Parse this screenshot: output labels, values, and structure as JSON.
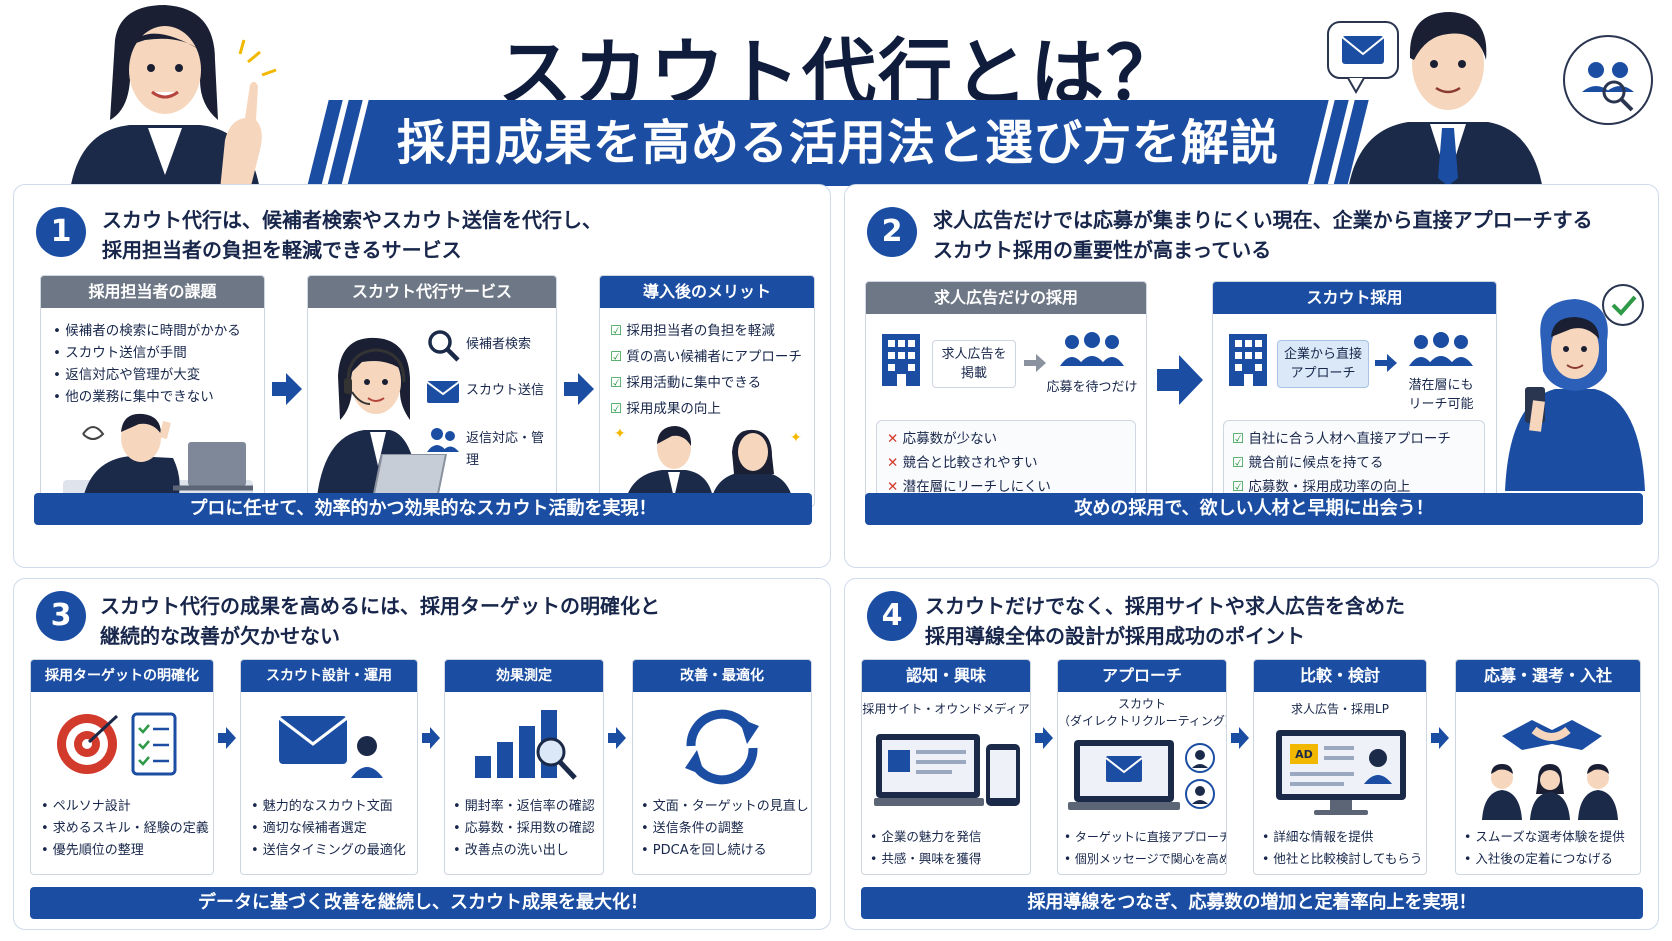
{
  "title": "スカウト代行とは？",
  "subtitle": "採用成果を高める活用法と選び方を解説",
  "colors": {
    "brand": "#1b4ea3",
    "dark": "#0f1c3c",
    "gray_header": "#6d7785",
    "check_green": "#2e9a48",
    "cross_red": "#d23a2c"
  },
  "panels": [
    {
      "number": "1",
      "heading": [
        "スカウト代行は、候補者検索やスカウト送信を代行し、",
        "採用担当者の負担を軽減できるサービス"
      ],
      "boxes": [
        {
          "title": "採用担当者の課題",
          "items": [
            "• 候補者の検索に時間がかかる",
            "• スカウト送信が手間",
            "• 返信対応や管理が大変",
            "• 他の業務に集中できない"
          ]
        },
        {
          "title": "スカウト代行サービス",
          "items": [
            "候補者検索",
            "スカウト送信",
            "返信対応・管理"
          ]
        },
        {
          "title": "導入後のメリット",
          "items": [
            "採用担当者の負担を軽減",
            "質の高い候補者にアプローチ",
            "採用活動に集中できる",
            "採用成果の向上"
          ]
        }
      ],
      "banner": "プロに任せて、効率的かつ効果的なスカウト活動を実現！"
    },
    {
      "number": "2",
      "heading": [
        "求人広告だけでは応募が集まりにくい現在、企業から直接アプローチする",
        "スカウト採用の重要性が高まっている"
      ],
      "boxes": [
        {
          "title": "求人広告だけの採用",
          "step1": [
            "求人広告を",
            "掲載"
          ],
          "step2": "応募を待つだけ",
          "items": [
            "応募数が少ない",
            "競合と比較されやすい",
            "潜在層にリーチしにくい"
          ]
        },
        {
          "title": "スカウト採用",
          "step1": [
            "企業から直接",
            "アプローチ"
          ],
          "step2": [
            "潜在層にも",
            "リーチ可能"
          ],
          "items": [
            "自社に合う人材へ直接アプローチ",
            "競合前に候点を持てる",
            "応募数・採用成功率の向上"
          ]
        }
      ],
      "banner": "攻めの採用で、欲しい人材と早期に出会う！"
    },
    {
      "number": "3",
      "heading": [
        "スカウト代行の成果を高めるには、採用ターゲットの明確化と",
        "継続的な改善が欠かせない"
      ],
      "boxes": [
        {
          "title": "採用ターゲットの明確化",
          "icon": "target-icon",
          "items": [
            "• ペルソナ設計",
            "• 求めるスキル・経験の定義",
            "• 優先順位の整理"
          ]
        },
        {
          "title": "スカウト設計・運用",
          "icon": "envelope-icon",
          "items": [
            "• 魅力的なスカウト文面",
            "• 適切な候補者選定",
            "• 送信タイミングの最適化"
          ]
        },
        {
          "title": "効果測定",
          "icon": "bar-chart-icon",
          "items": [
            "• 開封率・返信率の確認",
            "• 応募数・採用数の確認",
            "• 改善点の洗い出し"
          ]
        },
        {
          "title": "改善・最適化",
          "icon": "cycle-icon",
          "items": [
            "• 文面・ターゲットの見直し",
            "• 送信条件の調整",
            "• PDCAを回し続ける"
          ]
        }
      ],
      "banner": "データに基づく改善を継続し、スカウト成果を最大化！"
    },
    {
      "number": "4",
      "heading": [
        "スカウトだけでなく、採用サイトや求人広告を含めた",
        "採用導線全体の設計が採用成功のポイント"
      ],
      "boxes": [
        {
          "title": "認知・興味",
          "caption": [
            "採用サイト・オウンドメディア"
          ],
          "items": [
            "• 企業の魅力を発信",
            "• 共感・興味を獲得"
          ]
        },
        {
          "title": "アプローチ",
          "caption": [
            "スカウト",
            "（ダイレクトリクルーティング）"
          ],
          "items": [
            "• ターゲットに直接アプローチ",
            "• 個別メッセージで関心を高める"
          ]
        },
        {
          "title": "比較・検討",
          "caption": [
            "求人広告・採用LP"
          ],
          "ad": "AD",
          "items": [
            "• 詳細な情報を提供",
            "• 他社と比較検討してもらう"
          ]
        },
        {
          "title": "応募・選考・入社",
          "caption": [],
          "items": [
            "• スムーズな選考体験を提供",
            "• 入社後の定着につなげる"
          ]
        }
      ],
      "banner": "採用導線をつなぎ、応募数の増加と定着率向上を実現！"
    }
  ]
}
